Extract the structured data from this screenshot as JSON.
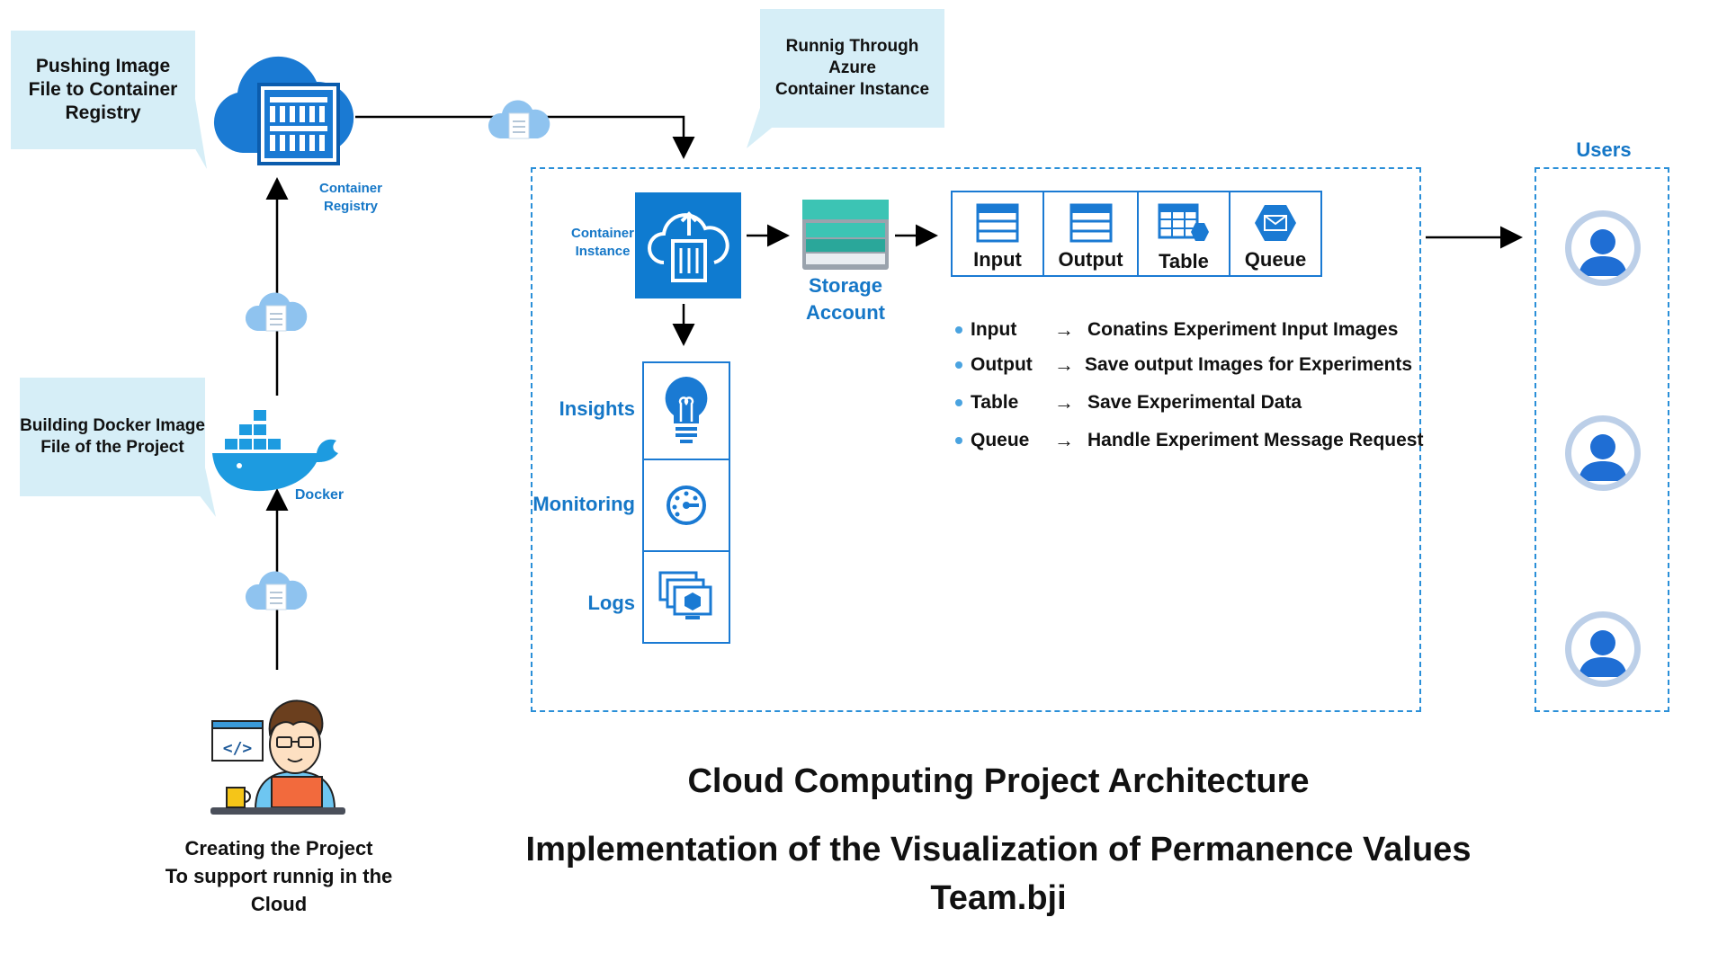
{
  "callouts": {
    "push": "Pushing Image\nFile to Container\nRegistry",
    "azure": "Runnig Through Azure\nContainer Instance",
    "docker_build": "Building Docker Image\nFile of the Project"
  },
  "labels": {
    "container_registry": "Container\nRegistry",
    "docker": "Docker",
    "container_instance": "Container\nInstance",
    "storage_account": "Storage\nAccount",
    "users": "Users",
    "creating_project": "Creating the Project\nTo support runnig in the\nCloud"
  },
  "storage_tiles": [
    {
      "label": "Input",
      "icon": "table-icon"
    },
    {
      "label": "Output",
      "icon": "table-icon"
    },
    {
      "label": "Table",
      "icon": "table-hex-icon"
    },
    {
      "label": "Queue",
      "icon": "queue-icon"
    }
  ],
  "legend": [
    {
      "name": "Input",
      "arrow": "→",
      "desc": "Conatins Experiment Input Images"
    },
    {
      "name": "Output",
      "arrow": "→",
      "desc": "Save output Images for Experiments"
    },
    {
      "name": "Table",
      "arrow": "→",
      "desc": "Save Experimental Data"
    },
    {
      "name": "Queue",
      "arrow": "→",
      "desc": "Handle Experiment Message Request"
    }
  ],
  "monitor_items": [
    {
      "label": "Insights",
      "icon": "lightbulb-icon"
    },
    {
      "label": "Monitoring",
      "icon": "gauge-icon"
    },
    {
      "label": "Logs",
      "icon": "logs-icon"
    }
  ],
  "titles": {
    "main": "Cloud Computing Project Architecture",
    "sub": "Implementation of the Visualization of Permanence Values",
    "team": "Team.bji"
  },
  "colors": {
    "accent": "#1577c7",
    "azure_blue": "#0f7bd0",
    "callout_bg": "#d6eef7",
    "storage_teal": "#3cc4b4"
  }
}
